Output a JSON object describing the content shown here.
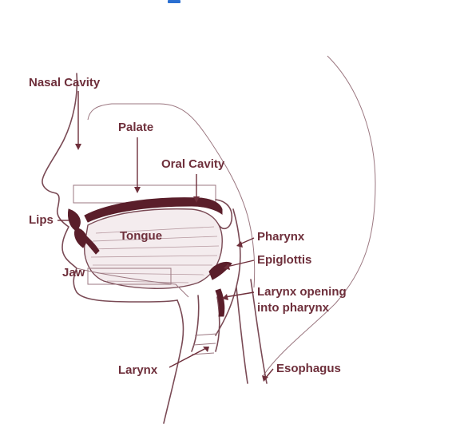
{
  "labels": {
    "nasal_cavity": "Nasal Cavity",
    "palate": "Palate",
    "oral_cavity": "Oral Cavity",
    "lips": "Lips",
    "tongue": "Tongue",
    "jaw": "Jaw",
    "pharynx": "Pharynx",
    "epiglottis": "Epiglottis",
    "larynx_opening_line1": "Larynx opening",
    "larynx_opening_line2": "into pharynx",
    "larynx": "Larynx",
    "esophagus": "Esophagus"
  },
  "colors": {
    "label": "#6e2f3b",
    "outline": "#7a4a55",
    "tissue_dark": "#5a1e2a",
    "header_fragment": "#2a6fd1"
  }
}
